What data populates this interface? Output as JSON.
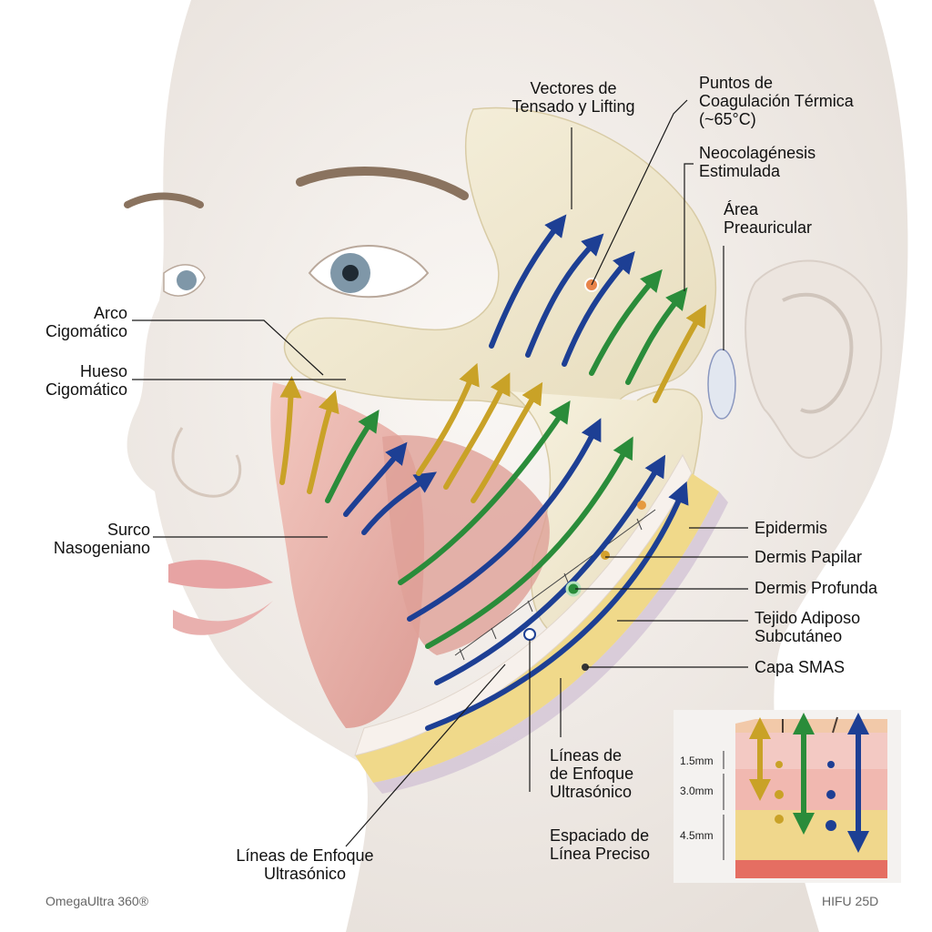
{
  "labels": {
    "arco_cigomatico": "Arco\nCigomático",
    "hueso_cigomatico": "Hueso\nCigomático",
    "surco_nasogeniano": "Surco\nNasogeniano",
    "vectores": "Vectores de\nTensado y Lifting",
    "puntos_coagulacion": "Puntos de\nCoagulación Térmica\n(~65°C)",
    "neocolagenesis": "Neocolagénesis\nEstimulada",
    "area_preauricular": "Área\nPreauricular",
    "epidermis": "Epidermis",
    "dermis_papilar": "Dermis Papilar",
    "dermis_profunda": "Dermis Profunda",
    "tejido_adiposo": "Tejido Adiposo\nSubcutáneo",
    "capa_smas": "Capa SMAS",
    "lineas_enfoque_1": "Líneas de\nde Enfoque\nUltrasónico",
    "espaciado": "Espaciado de\nLínea Preciso",
    "lineas_enfoque_2": "Líneas de Enfoque\nUltrasónico"
  },
  "inset": {
    "depths": [
      "1.5mm",
      "3.0mm",
      "4.5mm"
    ]
  },
  "footer": {
    "brand": "OmegaUltra 360®",
    "model": "HIFU 25D"
  },
  "colors": {
    "vector_blue": "#1d3f94",
    "vector_green": "#2a8c3a",
    "vector_gold": "#c9a227",
    "skin": "#f1ece8",
    "bone": "#f2ecd6",
    "muscle": "#e8a9a0",
    "fat": "#f0d98a"
  },
  "icons": [
    "focus-point-icon",
    "coagulation-point-icon"
  ]
}
